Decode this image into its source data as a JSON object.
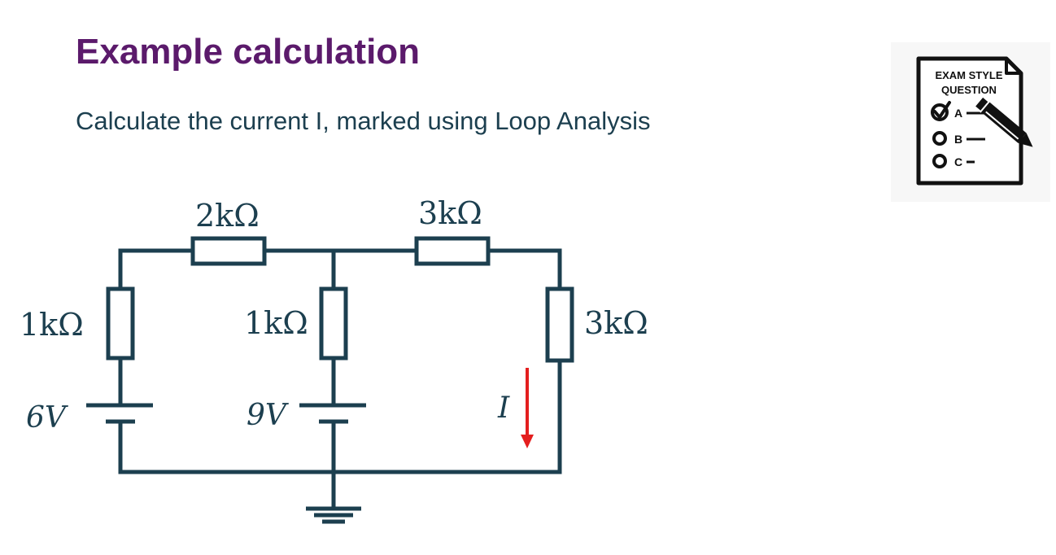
{
  "title": "Example calculation",
  "subtitle": "Calculate the current I, marked using Loop Analysis",
  "colors": {
    "title": "#5b1a6b",
    "wire": "#1c3f4f",
    "current_arrow": "#e41e1e"
  },
  "circuit": {
    "resistor_top_left": "2kΩ",
    "resistor_top_right": "3kΩ",
    "resistor_left": "1kΩ",
    "resistor_middle": "1kΩ",
    "resistor_right": "3kΩ",
    "battery_left": "6V",
    "battery_middle": "9V",
    "current_label": "I"
  },
  "badge": {
    "line1": "EXAM STYLE",
    "line2": "QUESTION",
    "option_a": "A",
    "option_b": "B",
    "option_c": "C",
    "icon": "exam-question-pencil-icon"
  }
}
